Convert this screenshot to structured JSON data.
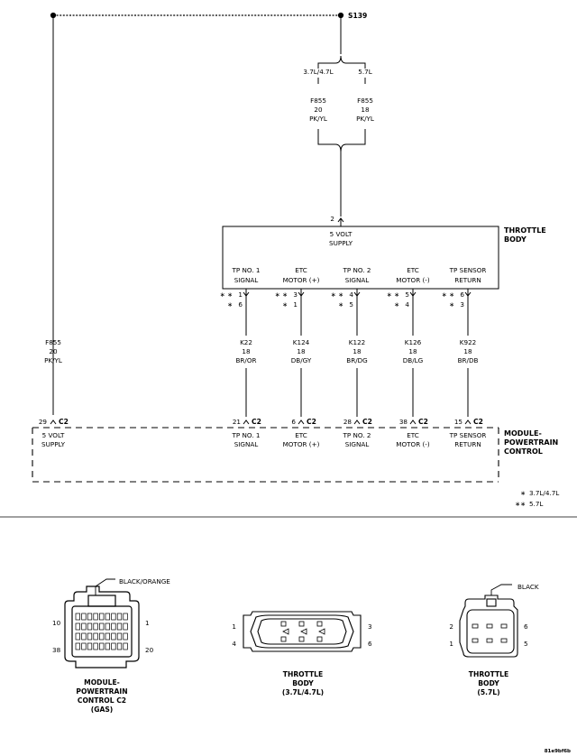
{
  "splice": {
    "label": "S139"
  },
  "branch": {
    "left_label": "3.7L/4.7L",
    "right_label": "5.7L",
    "left_wire": {
      "circuit": "F855",
      "gauge": "20",
      "color": "PK/YL"
    },
    "right_wire": {
      "circuit": "F855",
      "gauge": "18",
      "color": "PK/YL"
    }
  },
  "throttle_body": {
    "title_line1": "THROTTLE",
    "title_line2": "BODY",
    "supply_pin": "2",
    "supply_line1": "5 VOLT",
    "supply_line2": "SUPPLY",
    "pins": [
      {
        "l1": "TP NO. 1",
        "l2": "SIGNAL",
        "p57": "1",
        "p37": "6",
        "circuit": "K22",
        "gauge": "18",
        "color": "BR/OR",
        "pcm_pin": "21"
      },
      {
        "l1": "ETC",
        "l2": "MOTOR (+)",
        "p57": "3",
        "p37": "1",
        "circuit": "K124",
        "gauge": "18",
        "color": "DB/GY",
        "pcm_pin": "6"
      },
      {
        "l1": "TP NO. 2",
        "l2": "SIGNAL",
        "p57": "4",
        "p37": "5",
        "circuit": "K122",
        "gauge": "18",
        "color": "BR/DG",
        "pcm_pin": "28"
      },
      {
        "l1": "ETC",
        "l2": "MOTOR (-)",
        "p57": "5",
        "p37": "4",
        "circuit": "K126",
        "gauge": "18",
        "color": "DB/LG",
        "pcm_pin": "38"
      },
      {
        "l1": "TP SENSOR",
        "l2": "RETURN",
        "p57": "6",
        "p37": "3",
        "circuit": "K922",
        "gauge": "18",
        "color": "BR/DB",
        "pcm_pin": "15"
      }
    ]
  },
  "left_wire": {
    "circuit": "F855",
    "gauge": "20",
    "color": "PK/YL",
    "pcm_pin": "29"
  },
  "pcm": {
    "connector": "C2",
    "title_line1": "MODULE-",
    "title_line2": "POWERTRAIN",
    "title_line3": "CONTROL",
    "supply_line1": "5 VOLT",
    "supply_line2": "SUPPLY"
  },
  "legend": {
    "star1_mark": "∗",
    "star1_text": "3.7L/4.7L",
    "star2_mark": "∗∗",
    "star2_text": "5.7L",
    "single_mark": "∗",
    "double_mark": "∗ ∗"
  },
  "connectors": {
    "pcm": {
      "callout": "BLACK/ORANGE",
      "pin_tl": "10",
      "pin_tr": "1",
      "pin_bl": "38",
      "pin_br": "20",
      "name_line1": "MODULE-",
      "name_line2": "POWERTRAIN",
      "name_line3": "CONTROL C2",
      "name_line4": "(GAS)"
    },
    "tb37": {
      "pin_tl": "1",
      "pin_bl": "4",
      "pin_tr": "3",
      "pin_br": "6",
      "name_line1": "THROTTLE",
      "name_line2": "BODY",
      "name_line3": "(3.7L/4.7L)"
    },
    "tb57": {
      "callout": "BLACK",
      "pin_tl": "2",
      "pin_bl": "1",
      "pin_tr": "6",
      "pin_br": "5",
      "name_line1": "THROTTLE",
      "name_line2": "BODY",
      "name_line3": "(5.7L)"
    }
  },
  "figure_id": "81e9bf6b"
}
